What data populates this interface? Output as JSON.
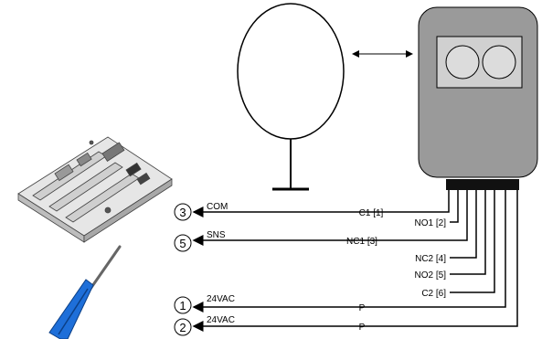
{
  "terminals": [
    {
      "number": "3",
      "label": "COM",
      "wire": "C1 [1]"
    },
    {
      "number": "5",
      "label": "SNS",
      "wire": "NC1 [3]"
    },
    {
      "number": "1",
      "label": "24VAC",
      "wire": "P"
    },
    {
      "number": "2",
      "label": "24VAC",
      "wire": "P"
    }
  ],
  "unused_wires": [
    "NO1 [2]",
    "NC2 [4]",
    "NO2 [5]",
    "C2 [6]"
  ],
  "colors": {
    "sensor_body": "#9a9a9a",
    "window": "#d0d0d0",
    "screwdriver_handle": "#1e6fd9",
    "board": "#e6e6e6"
  }
}
